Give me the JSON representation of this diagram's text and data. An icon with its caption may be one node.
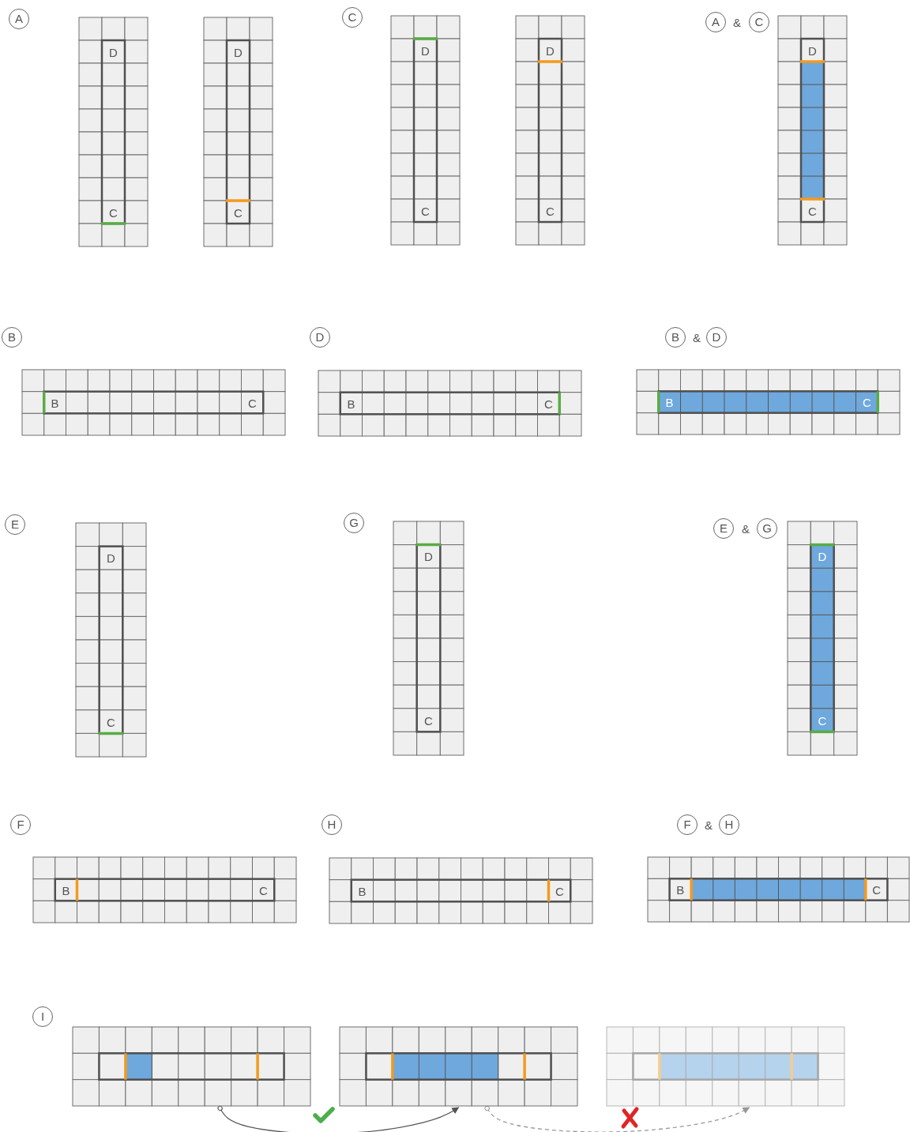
{
  "diagram": {
    "nodes": [
      {
        "text": [
          "D",
          "C"
        ]
      },
      {
        "text": [
          "D",
          "C"
        ]
      },
      {
        "text": [
          "D",
          "C"
        ]
      },
      {
        "text": [
          "D",
          "C"
        ]
      },
      {
        "text": [
          "D",
          "C"
        ]
      },
      {
        "text": [
          "B",
          "C"
        ]
      },
      {
        "text": [
          "B",
          "C"
        ]
      },
      {
        "text": [
          "B",
          "C"
        ]
      },
      {
        "text": [
          "D",
          "C"
        ]
      },
      {
        "text": [
          "D",
          "C"
        ]
      },
      {
        "text": [
          "D",
          "C"
        ]
      },
      {
        "text": [
          "B",
          "C"
        ]
      },
      {
        "text": [
          "B",
          "C"
        ]
      },
      {
        "text": [
          "B",
          "C"
        ]
      },
      {
        "text": [],
        "shape": "grid"
      },
      {
        "text": [],
        "shape": "grid"
      },
      {
        "text": [],
        "shape": "grid"
      }
    ],
    "edges": [
      {
        "from": 14,
        "to": 15,
        "arrow": "to"
      },
      {
        "from": 15,
        "to": 16,
        "arrow": "to",
        "style": "dashed",
        "color": "#999999"
      }
    ],
    "labels": [
      "A",
      "C",
      "A",
      "&",
      "C",
      "B",
      "D",
      "B",
      "&",
      "D",
      "E",
      "G",
      "E",
      "&",
      "G",
      "F",
      "H",
      "F",
      "&",
      "H",
      "I"
    ]
  }
}
